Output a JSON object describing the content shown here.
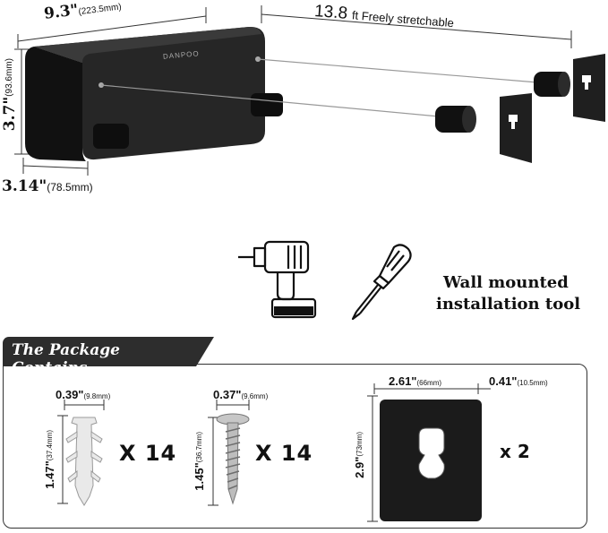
{
  "top": {
    "width_in": "9.3\"",
    "width_mm": "(223.5mm)",
    "stretch_value": "13.8",
    "stretch_unit": "ft Freely stretchable",
    "height_in": "3.7\"",
    "height_mm": "(93.6mm)",
    "depth_in": "3.14\"",
    "depth_mm": "(78.5mm)",
    "brand": "DANPOO"
  },
  "tools": {
    "label_line1": "Wall mounted",
    "label_line2": "installation tool",
    "icons": [
      "drill-icon",
      "screwdriver-icon"
    ]
  },
  "package": {
    "title": "The Package Contains",
    "items": [
      {
        "name": "anchor",
        "width_in": "0.39\"",
        "width_mm": "(9.8mm)",
        "length_in": "1.47\"",
        "length_mm": "(37.4mm)",
        "qty": "X 14"
      },
      {
        "name": "screw",
        "width_in": "0.37\"",
        "width_mm": "(9.6mm)",
        "length_in": "1.45\"",
        "length_mm": "(36.7mm)",
        "qty": "X 14"
      },
      {
        "name": "plate",
        "width_in": "2.61\"",
        "width_mm": "(66mm)",
        "thick_in": "0.41\"",
        "thick_mm": "(10.5mm)",
        "height_in": "2.9\"",
        "height_mm": "(73mm)",
        "qty": "x 2"
      }
    ]
  },
  "colors": {
    "product": "#1c1c1c",
    "header": "#2d2d2d",
    "line": "#222222"
  }
}
